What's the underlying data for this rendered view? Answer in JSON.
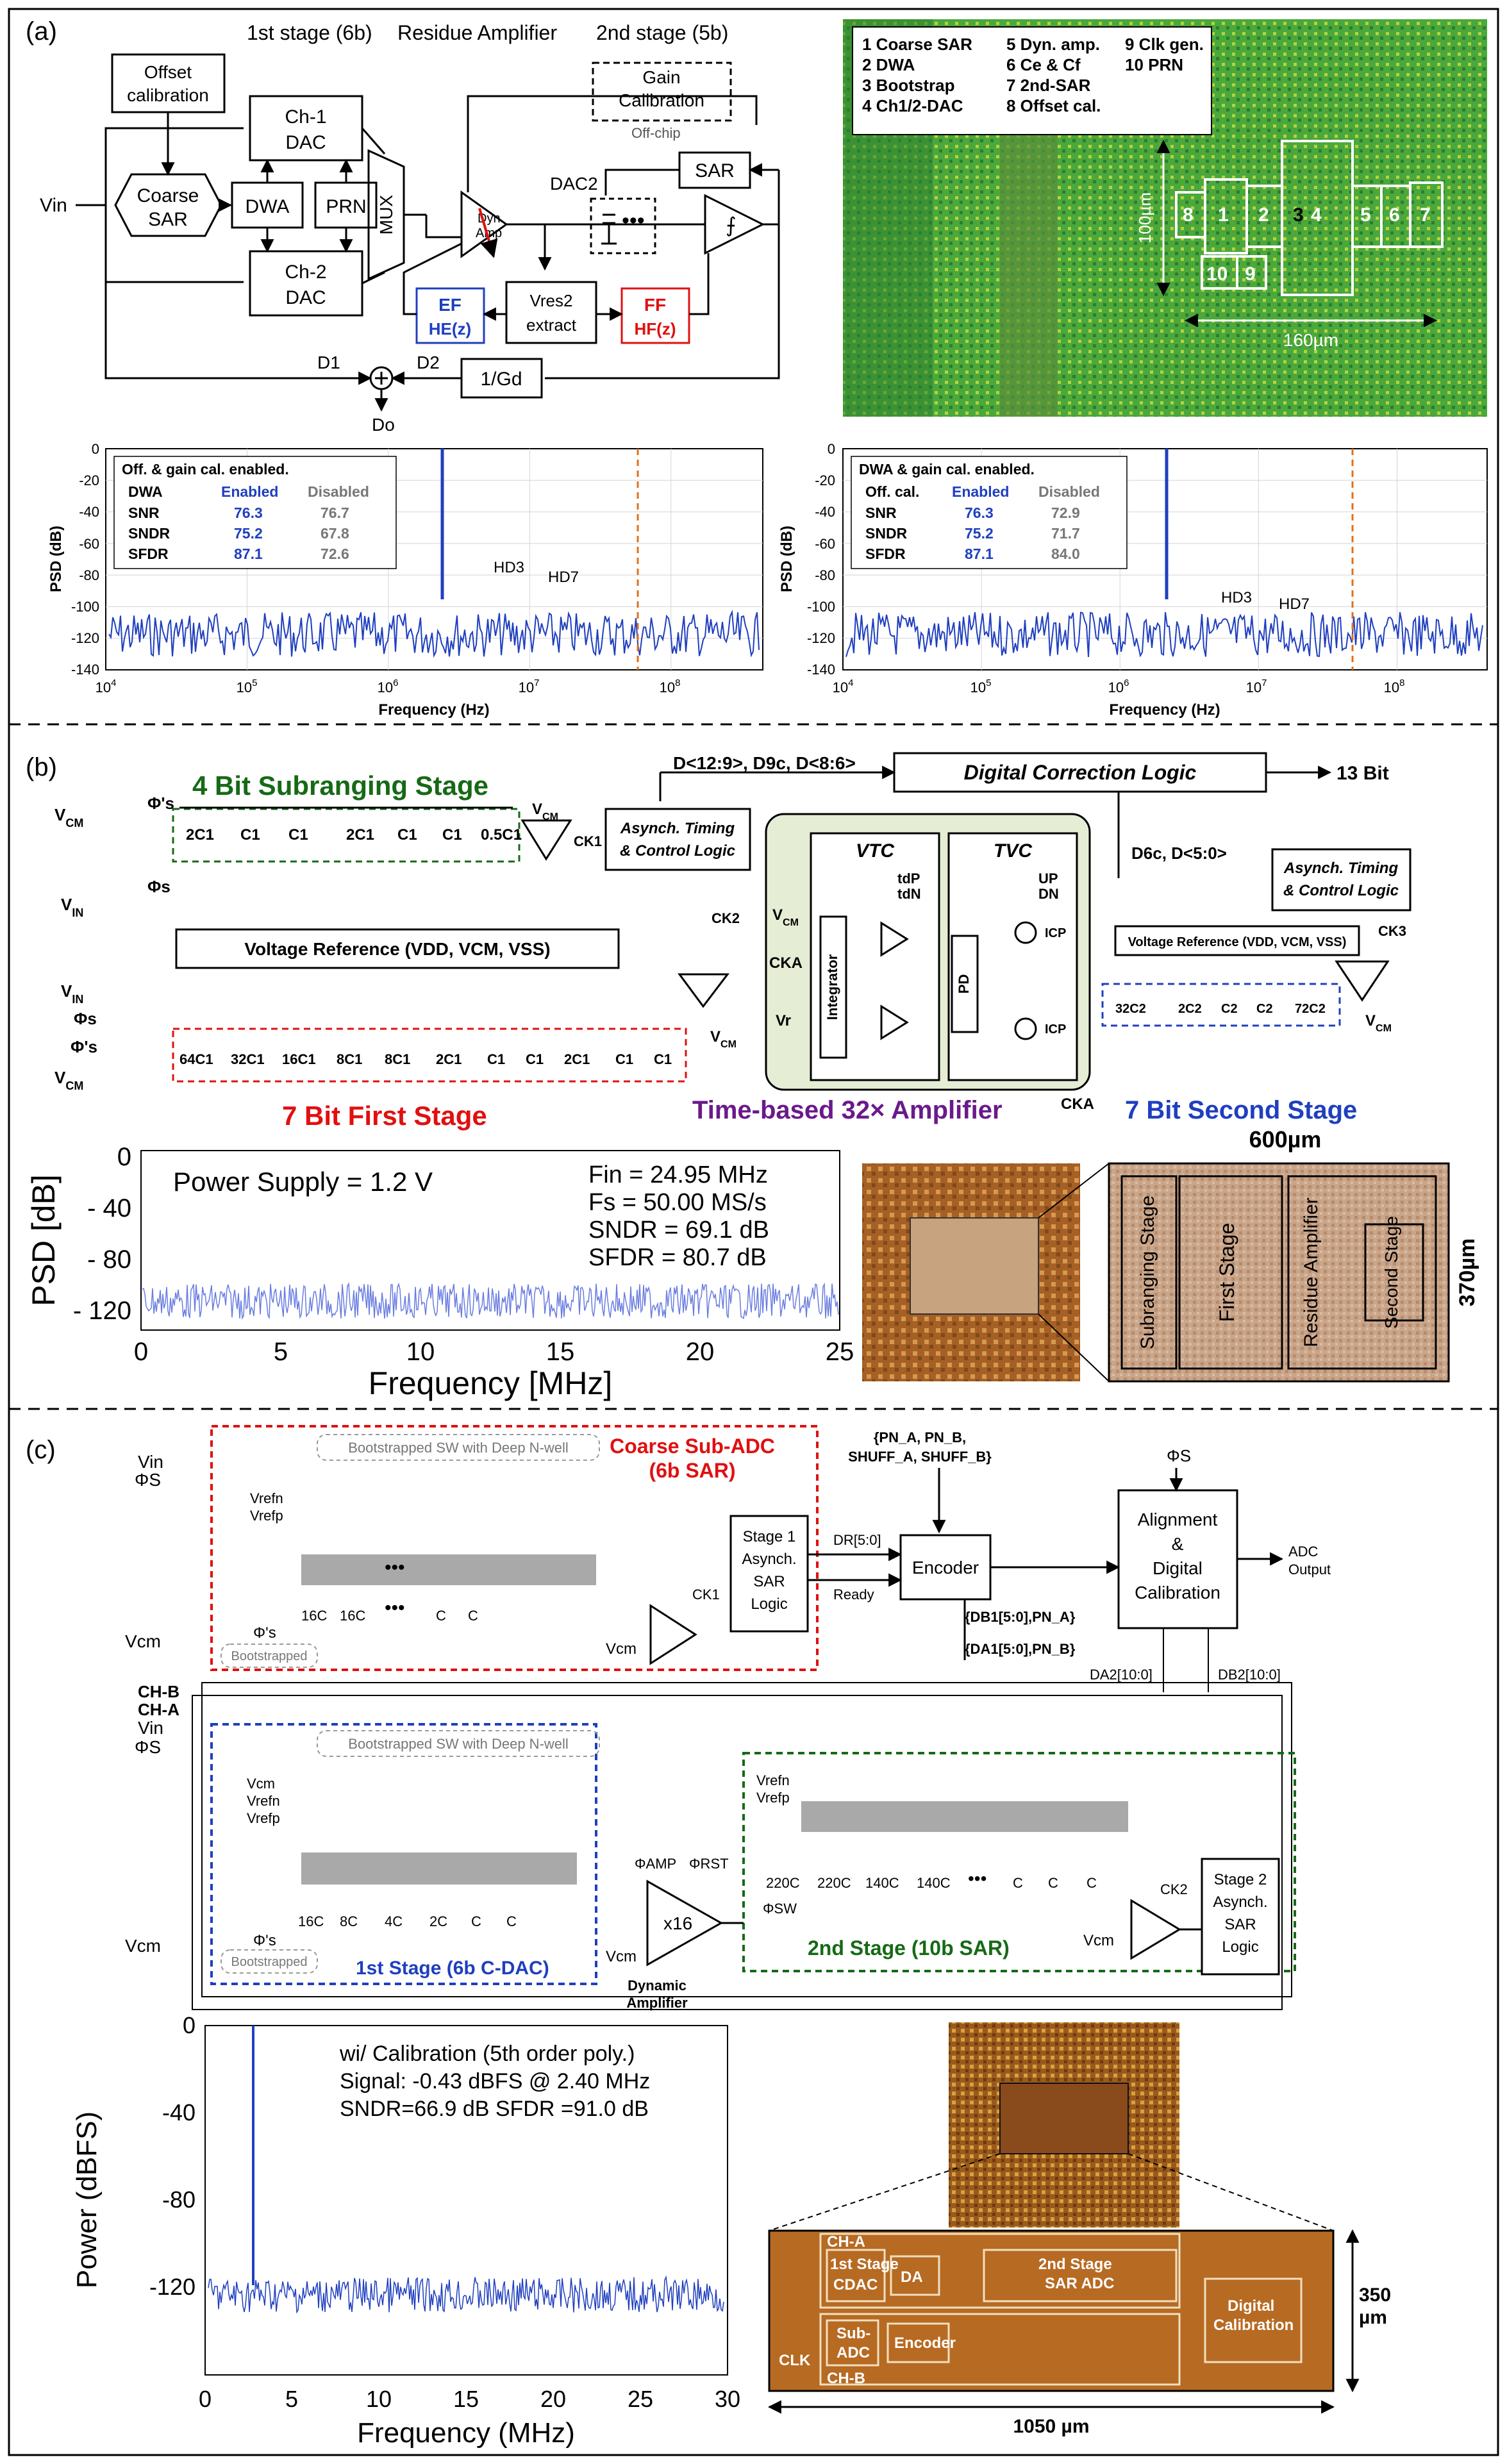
{
  "panels": {
    "a": {
      "label": "(a)",
      "header": {
        "stage1": "1st stage (6b)",
        "residue": "Residue Amplifier",
        "stage2": "2nd stage (5b)"
      },
      "blocks": {
        "offset_cal": [
          "Offset",
          "calibration"
        ],
        "coarse_sar": [
          "Coarse",
          "SAR"
        ],
        "ch1_dac": [
          "Ch-1",
          "DAC"
        ],
        "ch2_dac": [
          "Ch-2",
          "DAC"
        ],
        "dwa": "DWA",
        "prn": "PRN",
        "mux": "MUX",
        "dyn_amp": [
          "Dyn.",
          "Amp"
        ],
        "gain_cal": [
          "Gain",
          "Calibration"
        ],
        "off_chip": "Off-chip",
        "sar": "SAR",
        "dac2": "DAC2",
        "ef": [
          "EF",
          "HE(z)"
        ],
        "vres2": [
          "Vres2",
          "extract"
        ],
        "ff": [
          "FF",
          "HF(z)"
        ],
        "gd": "1/Gd",
        "vin": "Vin",
        "d1": "D1",
        "d2": "D2",
        "do": "Do"
      },
      "legend": [
        "1 Coarse SAR",
        "2 DWA",
        "3 Bootstrap",
        "4 Ch1/2-DAC",
        "5 Dyn. amp.",
        "6 Ce & Cf",
        "7 2nd-SAR",
        "8 Offset cal.",
        "9 Clk gen.",
        "10 PRN"
      ],
      "die": {
        "height_label": "100µm",
        "width_label": "160µm",
        "cells": [
          "8",
          "1",
          "2",
          "3",
          "4",
          "5",
          "6",
          "7",
          "10",
          "9"
        ]
      },
      "psd_left": {
        "title": "Off. & gain cal. enabled.",
        "col_label": "DWA",
        "col_enabled": "Enabled",
        "col_disabled": "Disabled",
        "rows": [
          {
            "metric": "SNR",
            "enabled": "76.3",
            "disabled": "76.7"
          },
          {
            "metric": "SNDR",
            "enabled": "75.2",
            "disabled": "67.8"
          },
          {
            "metric": "SFDR",
            "enabled": "87.1",
            "disabled": "72.6"
          }
        ],
        "hd_labels": [
          "HD3",
          "HD7"
        ]
      },
      "psd_right": {
        "title": "DWA & gain cal. enabled.",
        "col_label": "Off. cal.",
        "col_enabled": "Enabled",
        "col_disabled": "Disabled",
        "rows": [
          {
            "metric": "SNR",
            "enabled": "76.3",
            "disabled": "72.9"
          },
          {
            "metric": "SNDR",
            "enabled": "75.2",
            "disabled": "71.7"
          },
          {
            "metric": "SFDR",
            "enabled": "87.1",
            "disabled": "84.0"
          }
        ],
        "hd_labels": [
          "HD3",
          "HD7"
        ]
      },
      "psd_axis": {
        "ylabel": "PSD (dB)",
        "xlabel": "Frequency (Hz)",
        "yticks": [
          "0",
          "-20",
          "-40",
          "-60",
          "-80",
          "-100",
          "-120",
          "-140"
        ],
        "xticks": [
          "10",
          "10",
          "10",
          "10",
          "10"
        ],
        "xexp": [
          "4",
          "5",
          "6",
          "7",
          "8"
        ]
      }
    },
    "b": {
      "label": "(b)",
      "stage_titles": {
        "sub": "4 Bit Subranging Stage",
        "first": "7 Bit First Stage",
        "amp": "Time-based 32× Amplifier",
        "second": "7 Bit Second Stage"
      },
      "blocks": {
        "dcl": "Digital Correction Logic",
        "bus": "D<12:9>, D9c, D<8:6>",
        "out": "13 Bit",
        "async1": [
          "Asynch. Timing",
          "& Control Logic"
        ],
        "async2": [
          "Asynch. Timing",
          "& Control Logic"
        ],
        "vref1": "Voltage Reference (VDD, VCM, VSS)",
        "vref2": "Voltage Reference (VDD, VCM, VSS)",
        "d6c": "D6c, D<5:0>",
        "vtc": "VTC",
        "tvc": "TVC",
        "integrator": "Integrator",
        "pd": "PD",
        "vcm": "VCM",
        "vin": "VIN",
        "cka": "CKA",
        "ck1": "CK1",
        "ck2": "CK2",
        "ck3": "CK3",
        "phis": "Φs",
        "phis_p": "Φ's",
        "up": "UP",
        "dn": "DN",
        "tdp": "tdP",
        "tdn": "tdN",
        "icp": "ICP",
        "vr": "Vr"
      },
      "sub_caps": [
        "2C1",
        "C1",
        "C1",
        "2C1",
        "C1",
        "C1",
        "0.5C1"
      ],
      "first_caps": [
        "64C1",
        "32C1",
        "16C1",
        "8C1",
        "8C1",
        "2C1",
        "C1",
        "C1",
        "2C1",
        "C1",
        "C1"
      ],
      "second_caps": [
        "32C2",
        "2C2",
        "C2",
        "C2",
        "72C2"
      ],
      "psd": {
        "ylabel": "PSD [dB]",
        "xlabel": "Frequency [MHz]",
        "supply": "Power Supply =  1.2 V",
        "fin": "Fin = 24.95 MHz",
        "fs": "Fs = 50.00 MS/s",
        "sndr": "SNDR = 69.1 dB",
        "sfdr": "SFDR = 80.7 dB",
        "yticks": [
          "0",
          "- 40",
          "- 80",
          "- 120"
        ],
        "xticks": [
          "0",
          "5",
          "10",
          "15",
          "20",
          "25"
        ]
      },
      "die": {
        "width": "600µm",
        "height": "370µm",
        "blocks": [
          "Subranging Stage",
          "First Stage",
          "Residue Amplifier",
          "Second Stage"
        ]
      }
    },
    "c": {
      "label": "(c)",
      "coarse_title": [
        "Coarse Sub-ADC",
        "(6b SAR)"
      ],
      "first_title": "1st Stage (6b C-DAC)",
      "second_title": "2nd Stage (10b SAR)",
      "bootsw": "Bootstrapped SW with Deep N-well",
      "bootstrapped": "Bootstrapped",
      "stage1_logic": [
        "Stage 1",
        "Asynch.",
        "SAR",
        "Logic"
      ],
      "stage2_logic": [
        "Stage 2",
        "Asynch.",
        "SAR",
        "Logic"
      ],
      "encoder": "Encoder",
      "align": [
        "Alignment",
        "&",
        "Digital",
        "Calibration"
      ],
      "adc_out": [
        "ADC",
        "Output"
      ],
      "pn": [
        "{PN_A, PN_B,",
        "SHUFF_A, SHUFF_B}"
      ],
      "dr": "DR[5:0]",
      "ready": "Ready",
      "db1": "{DB1[5:0],PN_A}",
      "da1": "{DA1[5:0],PN_B}",
      "da2": "DA2[10:0]",
      "db2": "DB2[10:0]",
      "chb": "CH-B",
      "cha": "CH-A",
      "dyn_amp": [
        "Dynamic",
        "Amplifier"
      ],
      "x16": "x16",
      "phi_amp": "ΦAMP",
      "phi_rst": "ΦRST",
      "phi_sw": "ΦSW",
      "ck1": "CK1",
      "ck2": "CK2",
      "phis": "ΦS",
      "vin": "Vin",
      "vcm": "Vcm",
      "vrefn": "Vrefn",
      "vrefp": "Vrefp",
      "coarse_caps": [
        "16C",
        "16C",
        "C",
        "C"
      ],
      "first_caps": [
        "16C",
        "8C",
        "4C",
        "2C",
        "C",
        "C"
      ],
      "second_caps": [
        "220C",
        "220C",
        "140C",
        "140C",
        "C",
        "C",
        "C"
      ],
      "psd": {
        "ylabel": "Power (dBFS)",
        "xlabel": "Frequency (MHz)",
        "l1": "wi/ Calibration (5th order poly.)",
        "l2": "Signal: -0.43 dBFS @ 2.40 MHz",
        "l3": "SNDR=66.9 dB  SFDR =91.0 dB",
        "yticks": [
          "0",
          "-40",
          "-80",
          "-120"
        ],
        "xticks": [
          "0",
          "5",
          "10",
          "15",
          "20",
          "25",
          "30"
        ]
      },
      "die": {
        "blocks": [
          "CH-A",
          "1st Stage",
          "CDAC",
          "DA",
          "2nd Stage",
          "SAR ADC",
          "Sub-",
          "ADC",
          "Encoder",
          "Digital",
          "Calibration",
          "CLK",
          "CH-B"
        ],
        "height": "350",
        "height_unit": "µm",
        "width": "1050 µm"
      }
    }
  },
  "colors": {
    "blue": "#1f3fbf",
    "red": "#e01010",
    "green": "#166a16",
    "purple": "#6a1a8a",
    "chip": "#b96b2a",
    "die_green": "#3ea84a"
  }
}
